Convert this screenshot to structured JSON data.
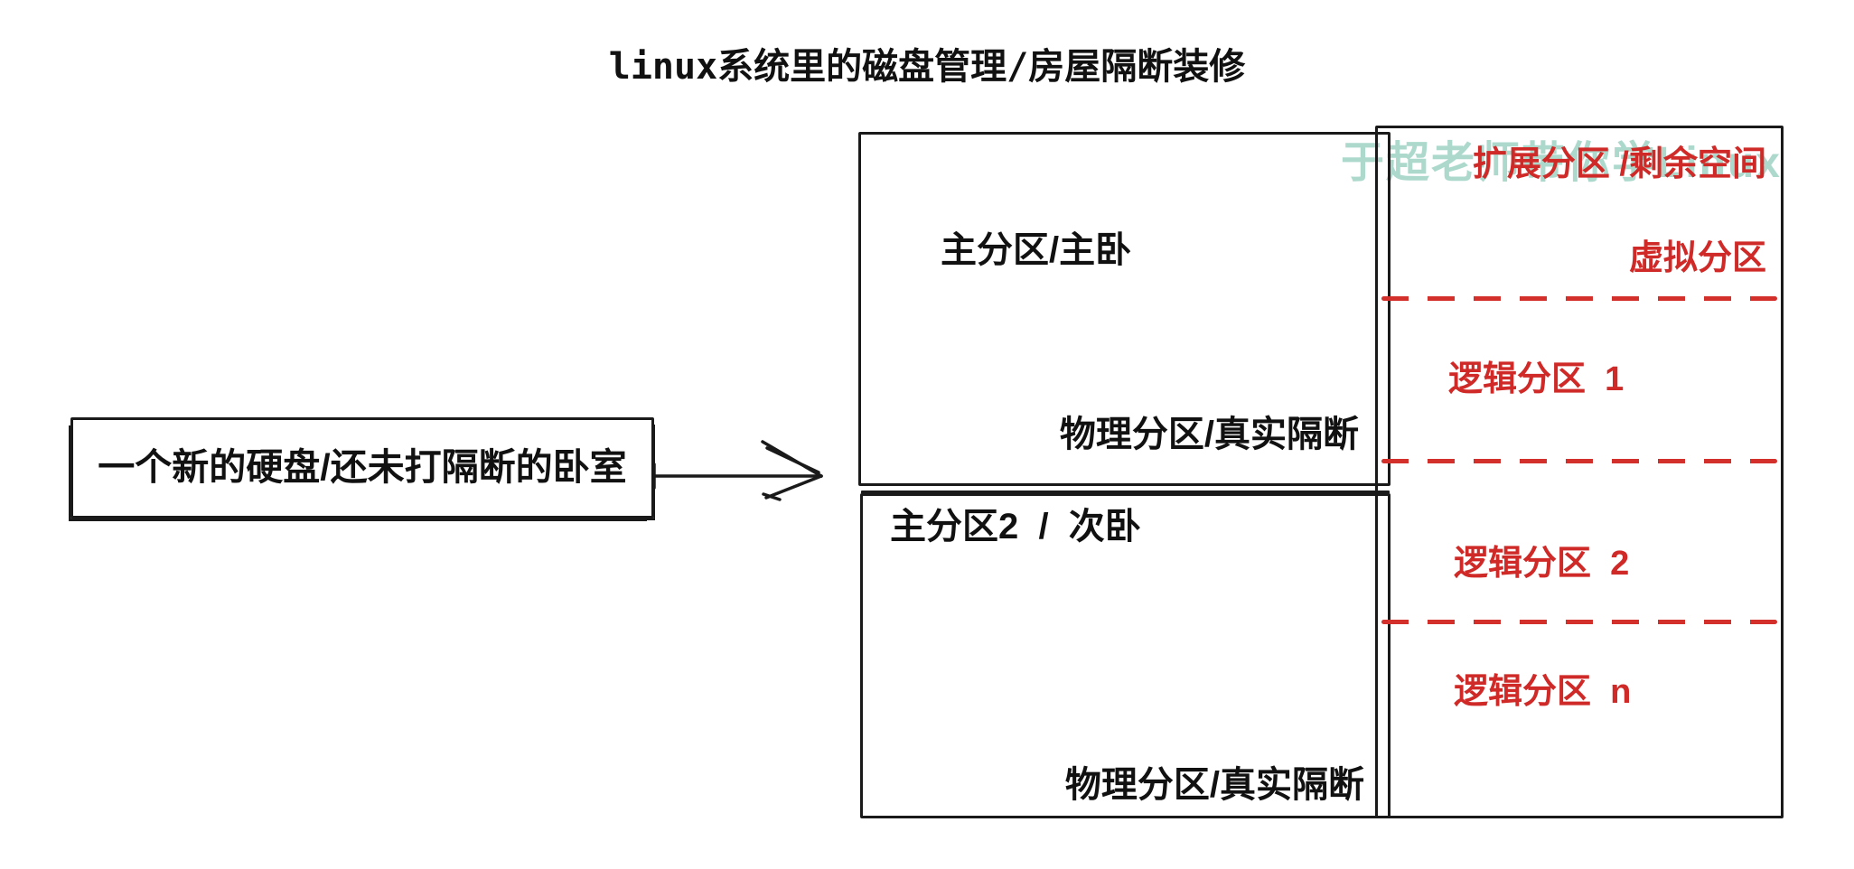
{
  "title": "linux系统里的磁盘管理/房屋隔断装修",
  "watermark": "于超老师带你学Linux",
  "disk": {
    "label": "一个新的硬盘/还未打隔断的卧室"
  },
  "primary_partition_1": {
    "label": "主分区/主卧",
    "sublabel": "物理分区/真实隔断"
  },
  "primary_partition_2": {
    "label": "主分区2  /  次卧",
    "sublabel": "物理分区/真实隔断"
  },
  "extended_partition": {
    "header": "扩展分区 /剩余空间",
    "subheader": "虚拟分区",
    "logical_partitions": [
      "逻辑分区  1",
      "逻辑分区  2",
      "逻辑分区  n"
    ]
  },
  "colors": {
    "accent_red": "#cf2a27",
    "watermark_teal": "#a4d5c8",
    "stroke_black": "#1a1a1a"
  }
}
